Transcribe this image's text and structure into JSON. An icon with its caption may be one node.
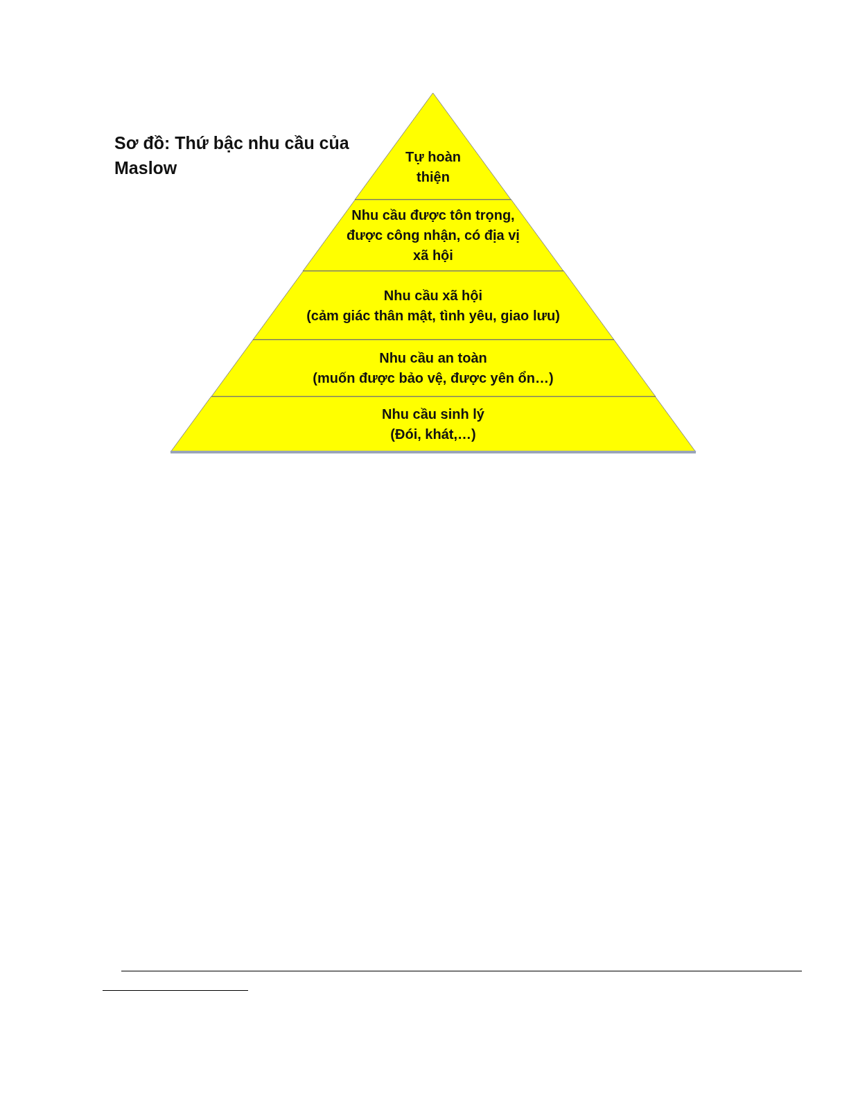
{
  "diagram": {
    "title": "Sơ đồ: Thứ bậc nhu cầu của Maslow",
    "nodes": [
      {
        "text": [
          "Tự hoàn thiện"
        ]
      },
      {
        "text": [
          "Nhu cầu được tôn trọng, được công nhận, có địa vị xã hội"
        ]
      },
      {
        "text": [
          "Nhu cầu xã hội",
          "(cảm giác thân mật, tình yêu, giao lưu)"
        ]
      },
      {
        "text": [
          "Nhu cầu an toàn",
          "(muốn được bảo vệ, được yên ổn…)"
        ]
      },
      {
        "text": [
          "Nhu cầu sinh lý",
          "(Đói, khát,…)"
        ]
      }
    ]
  }
}
